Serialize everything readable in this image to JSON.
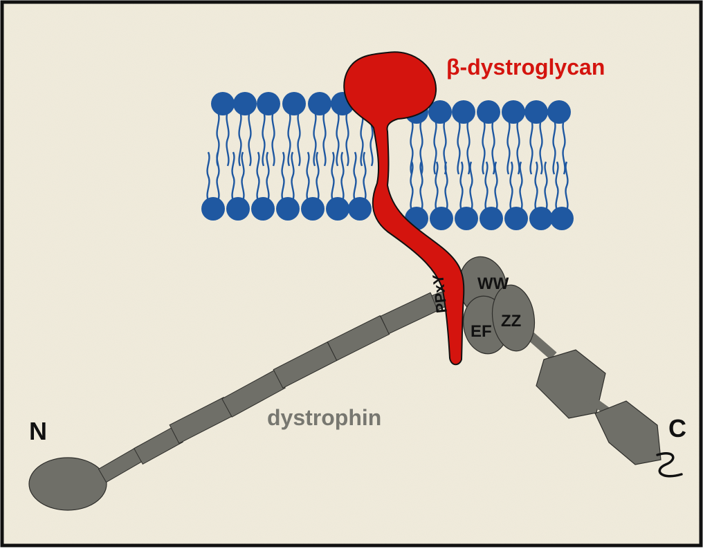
{
  "labels": {
    "protein_top": "β-dystroglycan",
    "protein_bottom": "dystrophin",
    "n_terminus": "N",
    "c_terminus": "C",
    "motif": "PPxY",
    "ww_domain": "WW",
    "ef_domain": "EF",
    "zz_domain": "ZZ"
  },
  "colors": {
    "background": "#f1ecdd",
    "border": "#111111",
    "membrane": "#1f58a1",
    "dystroglycan": "#d4140e",
    "dystrophin": "#6f6f68",
    "dystrophin_label": "#777770",
    "label_dark": "#111111"
  }
}
